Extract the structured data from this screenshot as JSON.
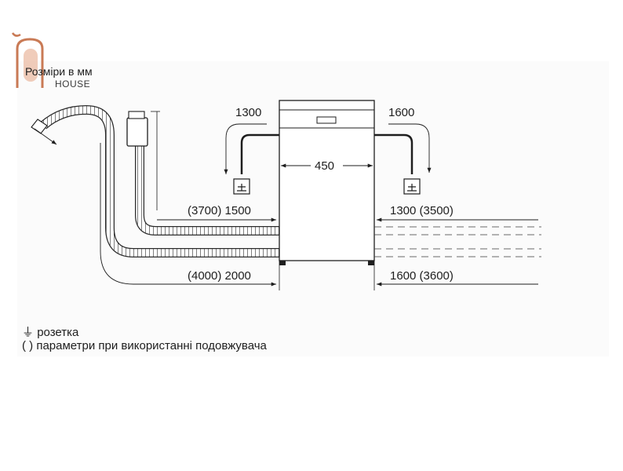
{
  "caption": "Розміри в мм",
  "logo": {
    "text": "HOUSE",
    "color": "#c97a55"
  },
  "dimensions": {
    "width": "450",
    "connection_left": "1300",
    "connection_right": "1600",
    "hose_left_short": "(3700) 1500",
    "hose_left_long": "(4000) 2000",
    "hose_right_short": "1300 (3500)",
    "hose_right_long": "1600 (3600)"
  },
  "legend": [
    {
      "symbol": "⏚",
      "symbol_name": "socket-symbol",
      "text": "розетка"
    },
    {
      "symbol": "( )",
      "symbol_name": "parentheses-symbol",
      "text": "параметри при використанні подовжувача"
    }
  ],
  "colors": {
    "line": "#1e1e1e",
    "hose": "#2a2a2a",
    "panel": "#fbfbfb",
    "logo": "#c97a55"
  }
}
